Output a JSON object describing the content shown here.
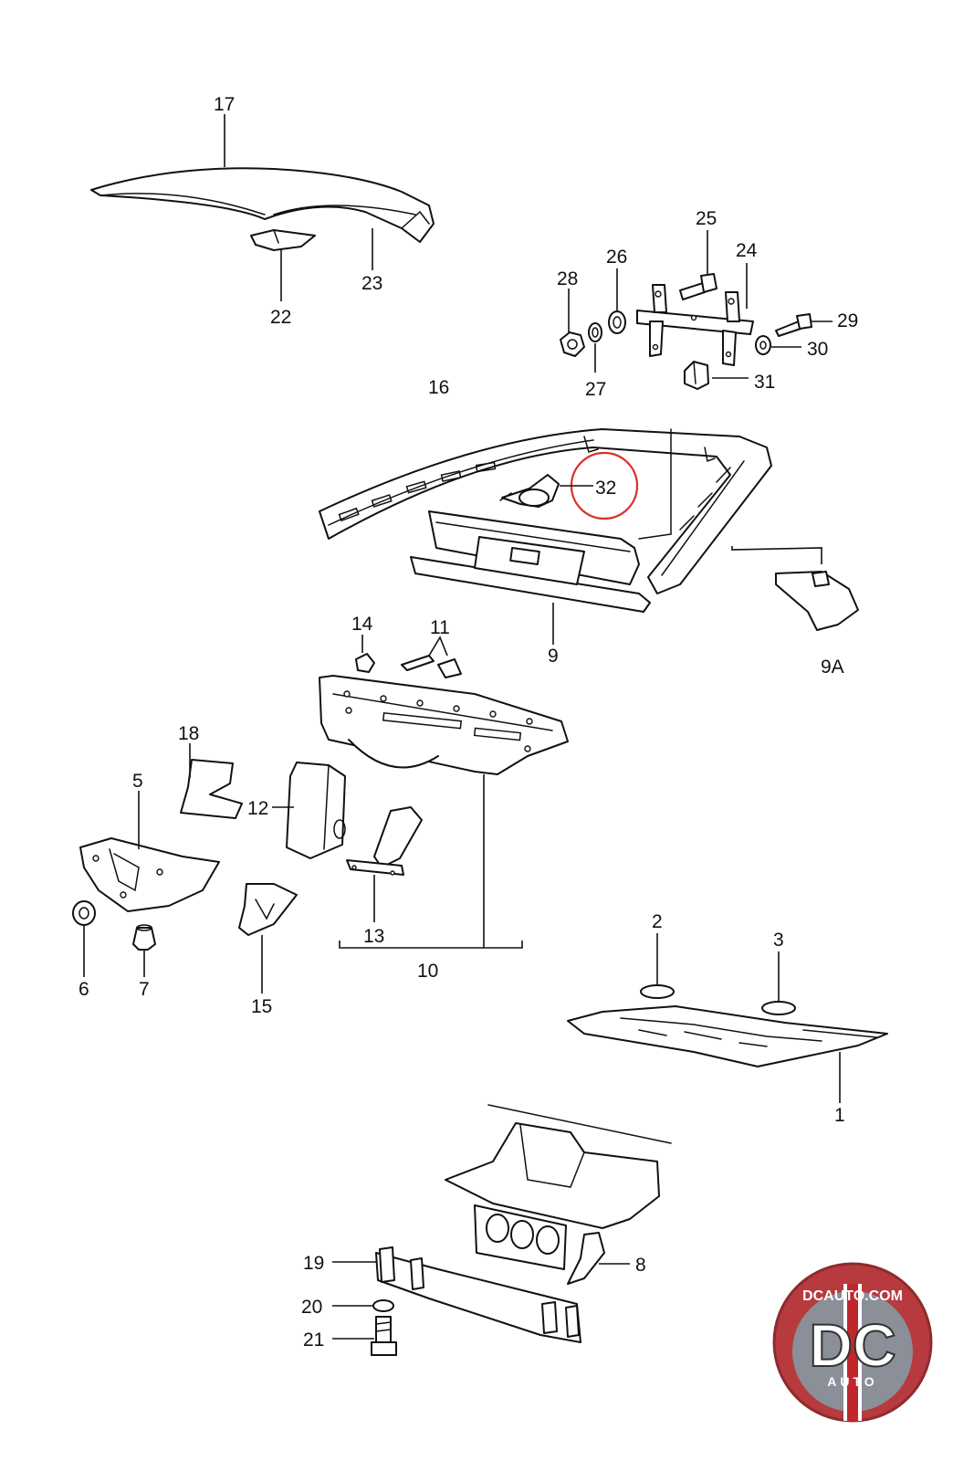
{
  "diagram": {
    "callouts": {
      "c1": "1",
      "c2": "2",
      "c3": "3",
      "c5": "5",
      "c6": "6",
      "c7": "7",
      "c8": "8",
      "c9": "9",
      "c9a": "9A",
      "c10": "10",
      "c11": "11",
      "c12": "12",
      "c13": "13",
      "c14": "14",
      "c15": "15",
      "c16": "16",
      "c17": "17",
      "c18": "18",
      "c19": "19",
      "c20": "20",
      "c21": "21",
      "c22": "22",
      "c23": "23",
      "c24": "24",
      "c25": "25",
      "c26": "26",
      "c27": "27",
      "c28": "28",
      "c29": "29",
      "c30": "30",
      "c31": "31",
      "c32": "32"
    },
    "highlighted_callout": "32",
    "highlight_color": "#d9312b"
  },
  "watermark": {
    "site": "DCAUTO.COM",
    "monogram": "DC",
    "word": "AUTO",
    "colors": {
      "ring": "#b63a3e",
      "center": "#8a8f98",
      "stripe": "#c0272d"
    }
  }
}
